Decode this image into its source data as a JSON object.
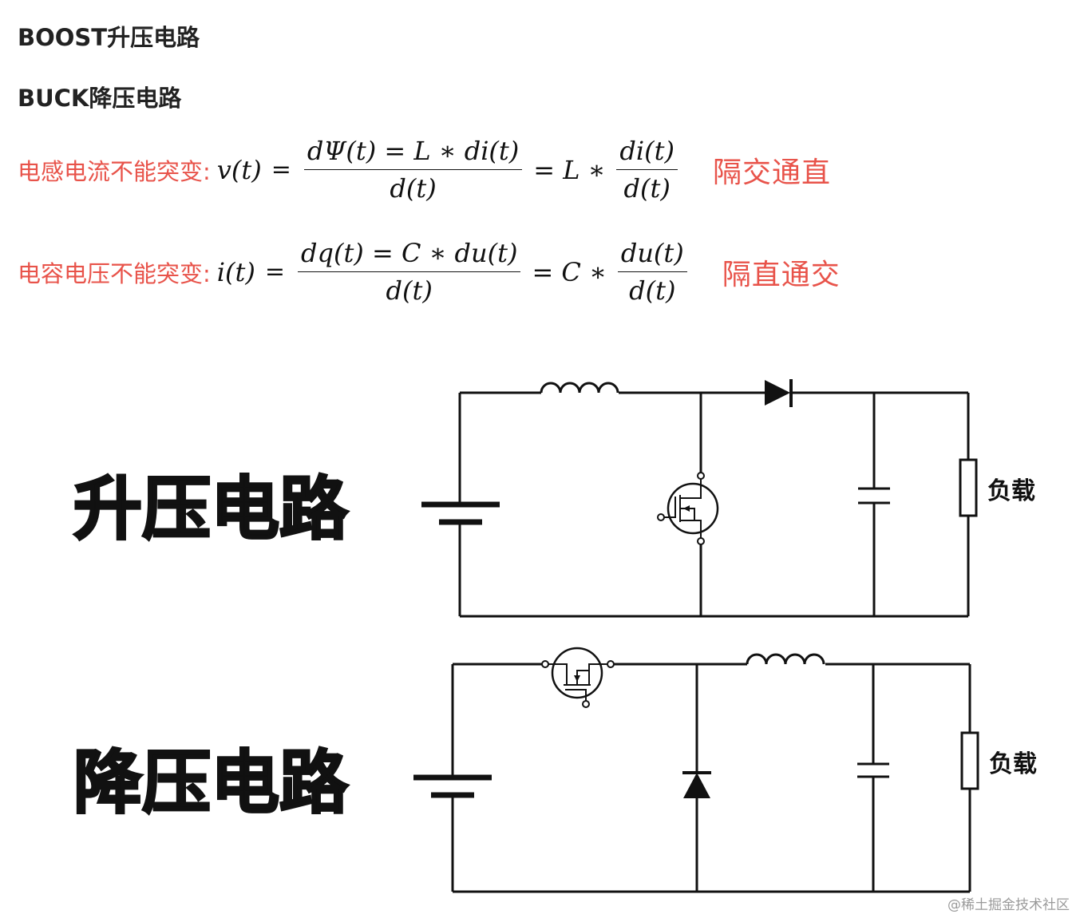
{
  "headings": {
    "boost": "BOOST升压电路",
    "buck": "BUCK降压电路"
  },
  "formula_inductor": {
    "label": "电感电流不能突变:",
    "lhs": "v(t)",
    "eq": "=",
    "frac1_num": "dΨ(t) = L ∗ di(t)",
    "frac1_den": "d(t)",
    "mid": "= L ∗",
    "frac2_num": "di(t)",
    "frac2_den": "d(t)",
    "phrase": "隔交通直"
  },
  "formula_capacitor": {
    "label": "电容电压不能突变:",
    "lhs": "i(t)",
    "eq": "=",
    "frac1_num": "dq(t) = C ∗ du(t)",
    "frac1_den": "d(t)",
    "mid": "= C ∗",
    "frac2_num": "du(t)",
    "frac2_den": "d(t)",
    "phrase": "隔直通交"
  },
  "diagrams": {
    "boost_title": "升压电路",
    "buck_title": "降压电路",
    "load_label": "负载"
  },
  "watermark": "@稀土掘金技术社区"
}
